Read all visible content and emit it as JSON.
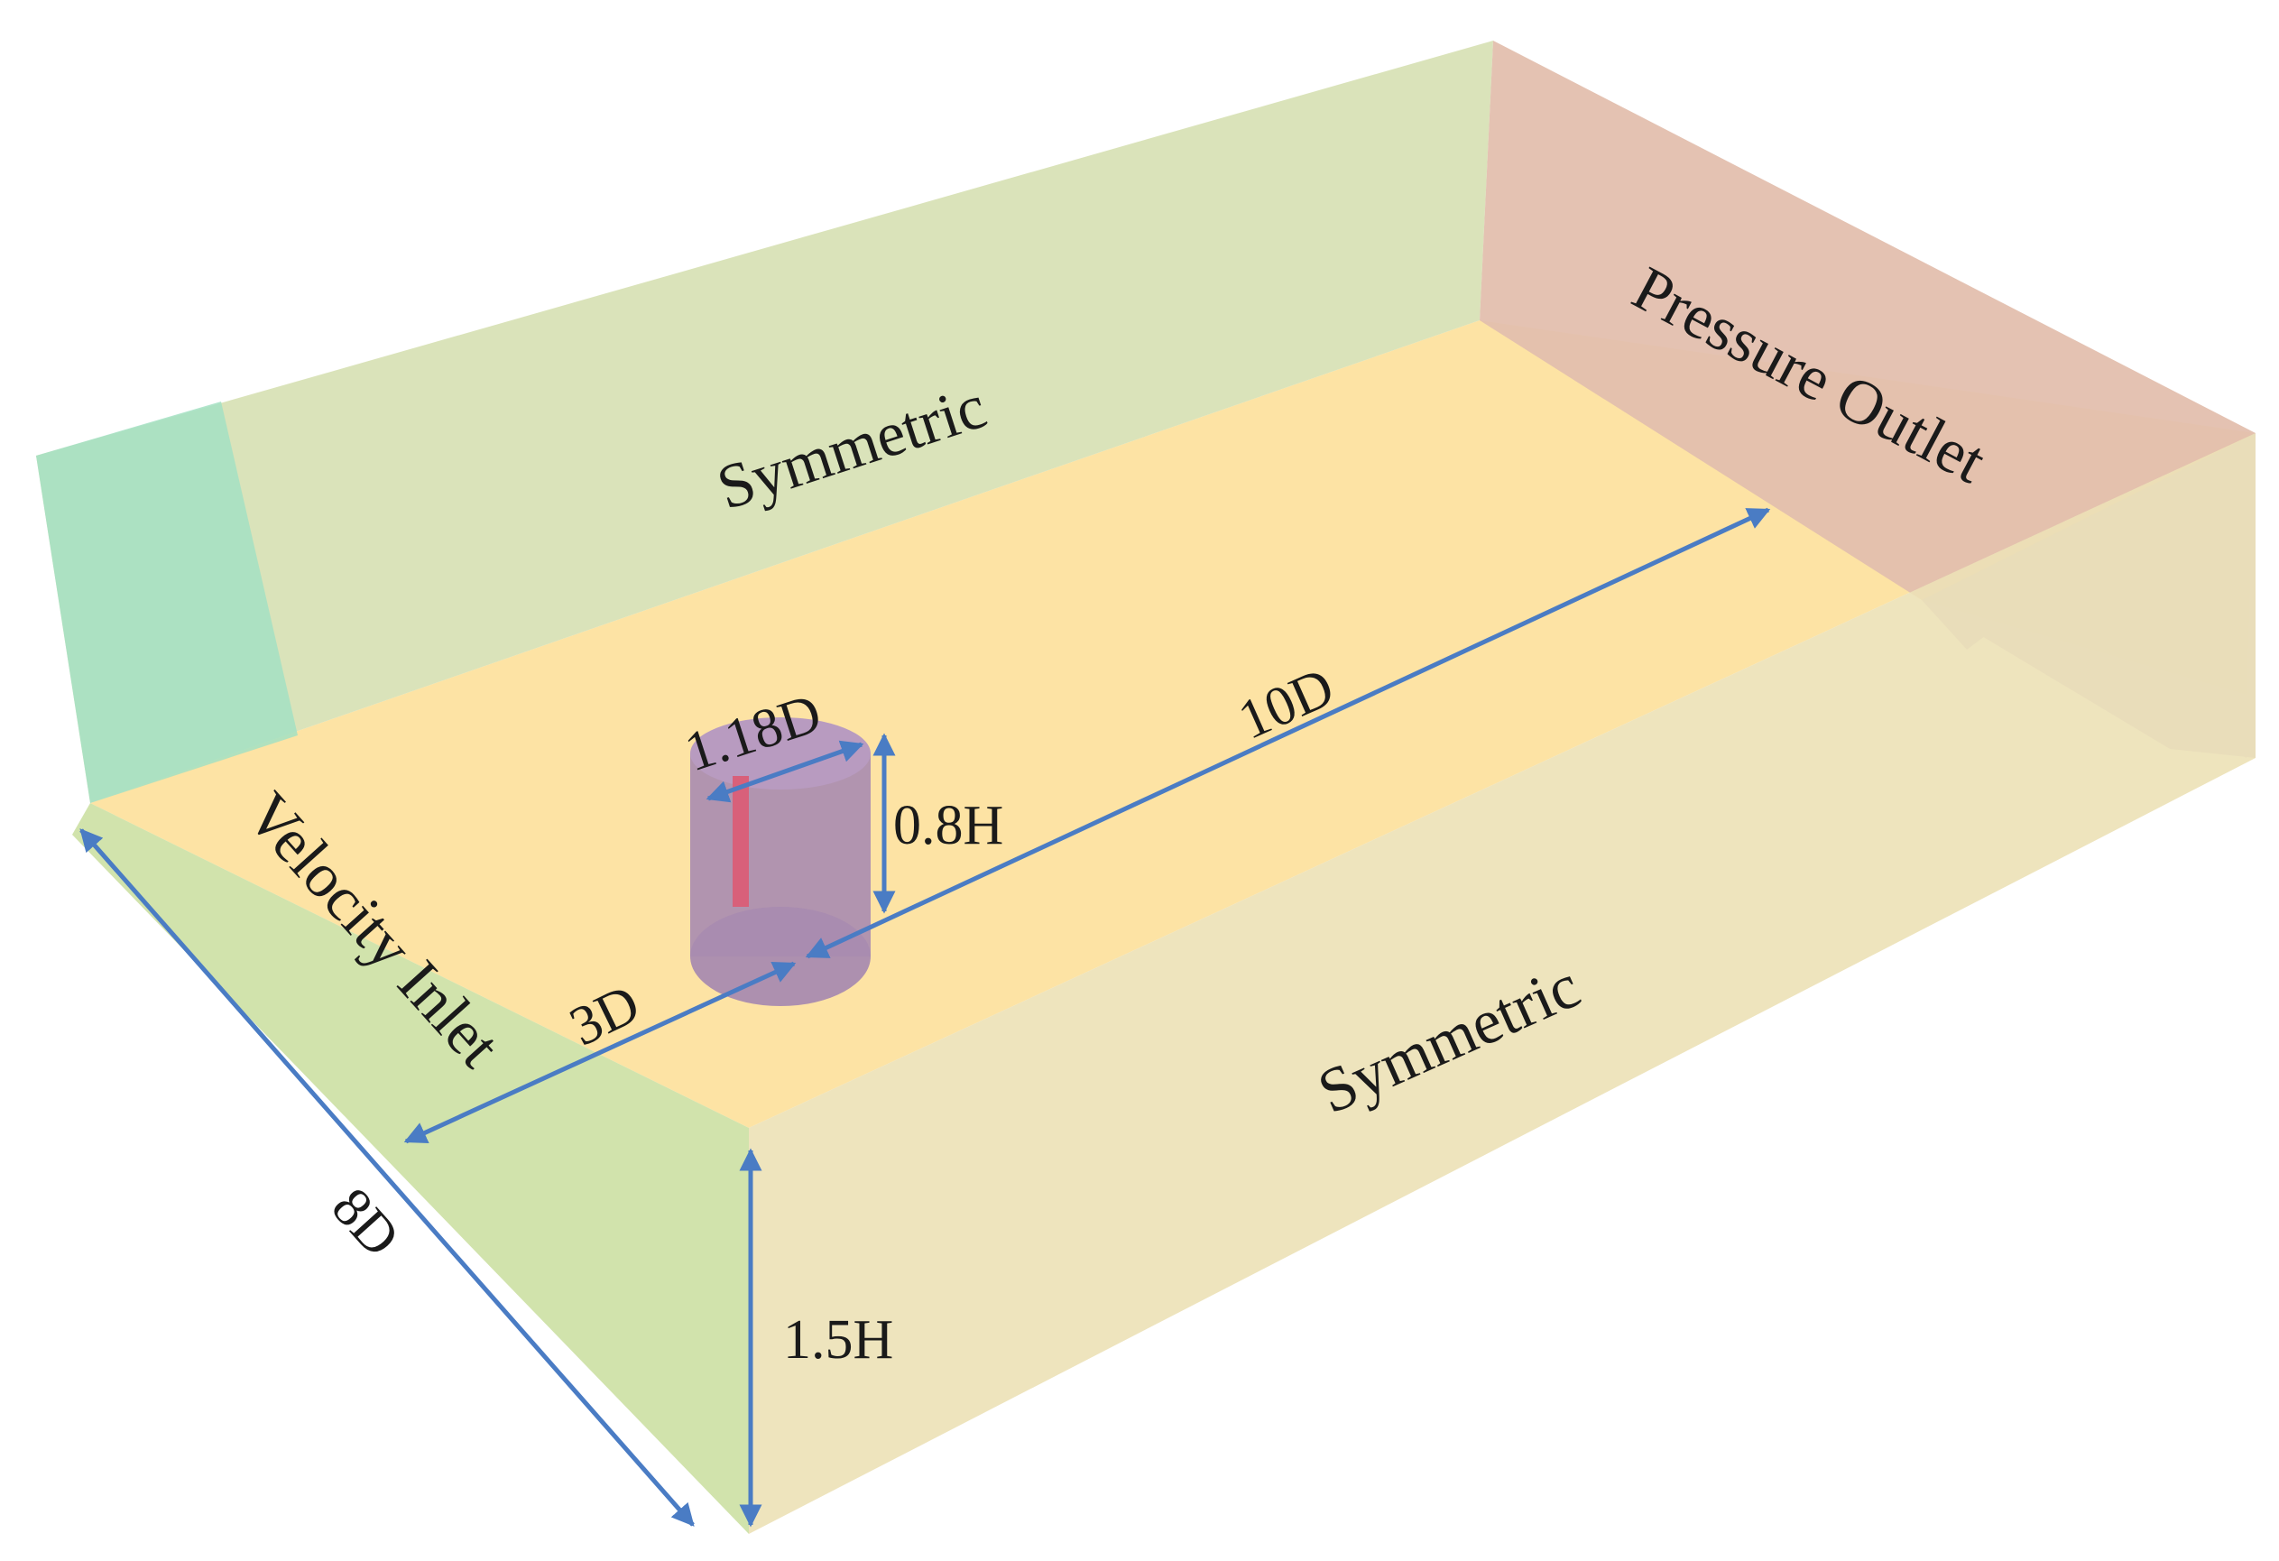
{
  "faces": {
    "top_back": "Symmetric",
    "front_side": "Symmetric",
    "outlet": "Pressure Outlet",
    "inlet": "Velocity Inlet"
  },
  "dimensions": {
    "width": "8D",
    "height": "1.5H",
    "upstream": "3D",
    "downstream": "10D",
    "cylinder_diameter": "1.18D",
    "cylinder_height": "0.8H"
  },
  "colors": {
    "floor": "#fde3a4",
    "back_wall": "#d8e2b6",
    "outlet_wall": "#e3bfae",
    "inlet_wall": "#cfe2a8",
    "front_wall": "#ece1b6",
    "left_corner": "#a3e0c3",
    "right_corner": "#c8b4d8",
    "cylinder": "#a98bb0",
    "blade": "#d8607a",
    "dimension_line": "#4a7cc4"
  }
}
